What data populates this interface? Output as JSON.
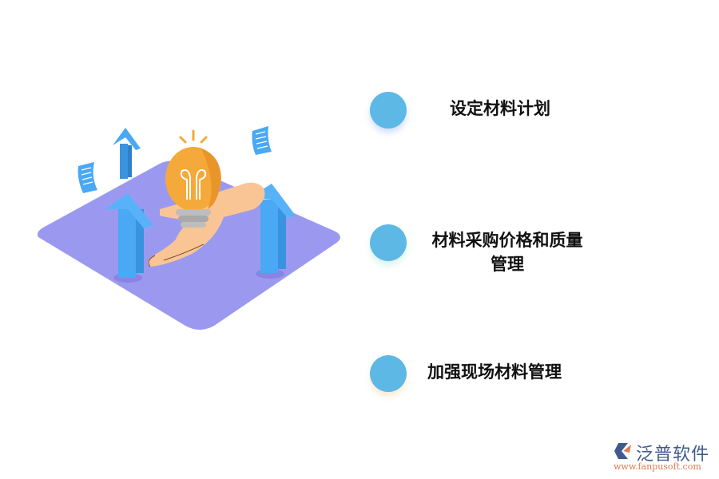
{
  "illustration": {
    "description": "isometric purple platform with hand holding light bulb, blue up arrows and paper sheets",
    "colors": {
      "platform": "#9b99ef",
      "arrow": "#4aa8f5",
      "bulb": "#f5a93a",
      "hand": "#f9c594",
      "bulb_base": "#b9b9b9"
    }
  },
  "items": [
    {
      "label": "设定材料计划"
    },
    {
      "label_line1": "材料采购价格和质量",
      "label_line2": "管理"
    },
    {
      "label": "加强现场材料管理"
    }
  ],
  "dot_color": "#5db8e6",
  "logo": {
    "brand": "泛普软件",
    "url": "www.fanpusoft.com"
  }
}
